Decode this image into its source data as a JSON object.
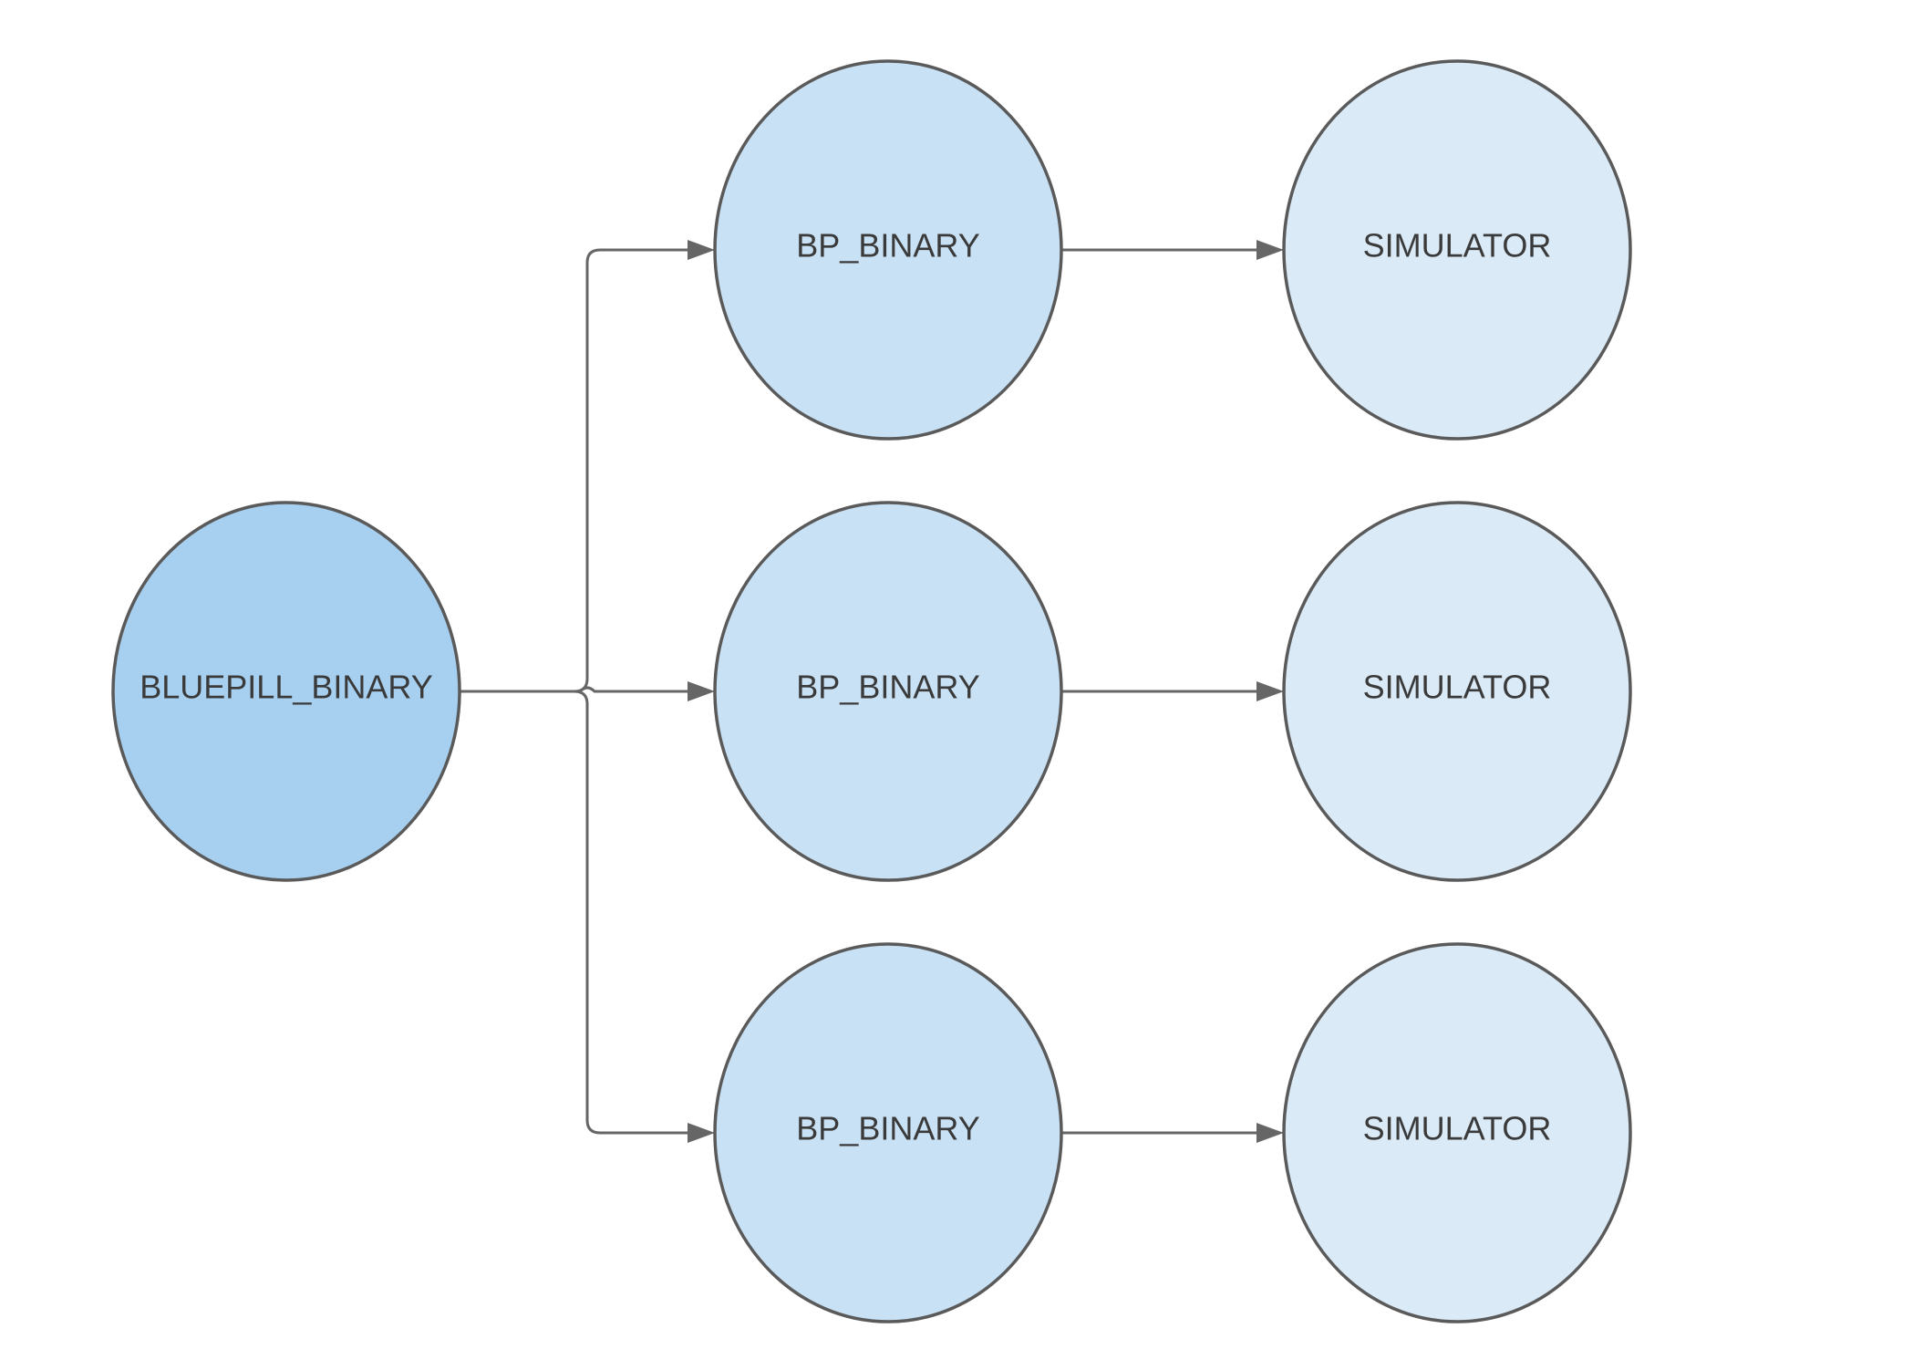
{
  "diagram": {
    "colors": {
      "root_fill": "#a7d0f0",
      "middle_fill": "#c8e1f5",
      "leaf_fill": "#daeaf7",
      "stroke": "#5a5a5a",
      "edge": "#666666",
      "text": "#3a3a3a"
    },
    "nodes": [
      {
        "id": "bluepill",
        "label": "BLUEPILL_BINARY",
        "tier": "root"
      },
      {
        "id": "bp1",
        "label": "BP_BINARY",
        "tier": "middle"
      },
      {
        "id": "bp2",
        "label": "BP_BINARY",
        "tier": "middle"
      },
      {
        "id": "bp3",
        "label": "BP_BINARY",
        "tier": "middle"
      },
      {
        "id": "sim1",
        "label": "SIMULATOR",
        "tier": "leaf"
      },
      {
        "id": "sim2",
        "label": "SIMULATOR",
        "tier": "leaf"
      },
      {
        "id": "sim3",
        "label": "SIMULATOR",
        "tier": "leaf"
      }
    ],
    "edges": [
      {
        "from": "bluepill",
        "to": "bp1"
      },
      {
        "from": "bluepill",
        "to": "bp2"
      },
      {
        "from": "bluepill",
        "to": "bp3"
      },
      {
        "from": "bp1",
        "to": "sim1"
      },
      {
        "from": "bp2",
        "to": "sim2"
      },
      {
        "from": "bp3",
        "to": "sim3"
      }
    ]
  }
}
